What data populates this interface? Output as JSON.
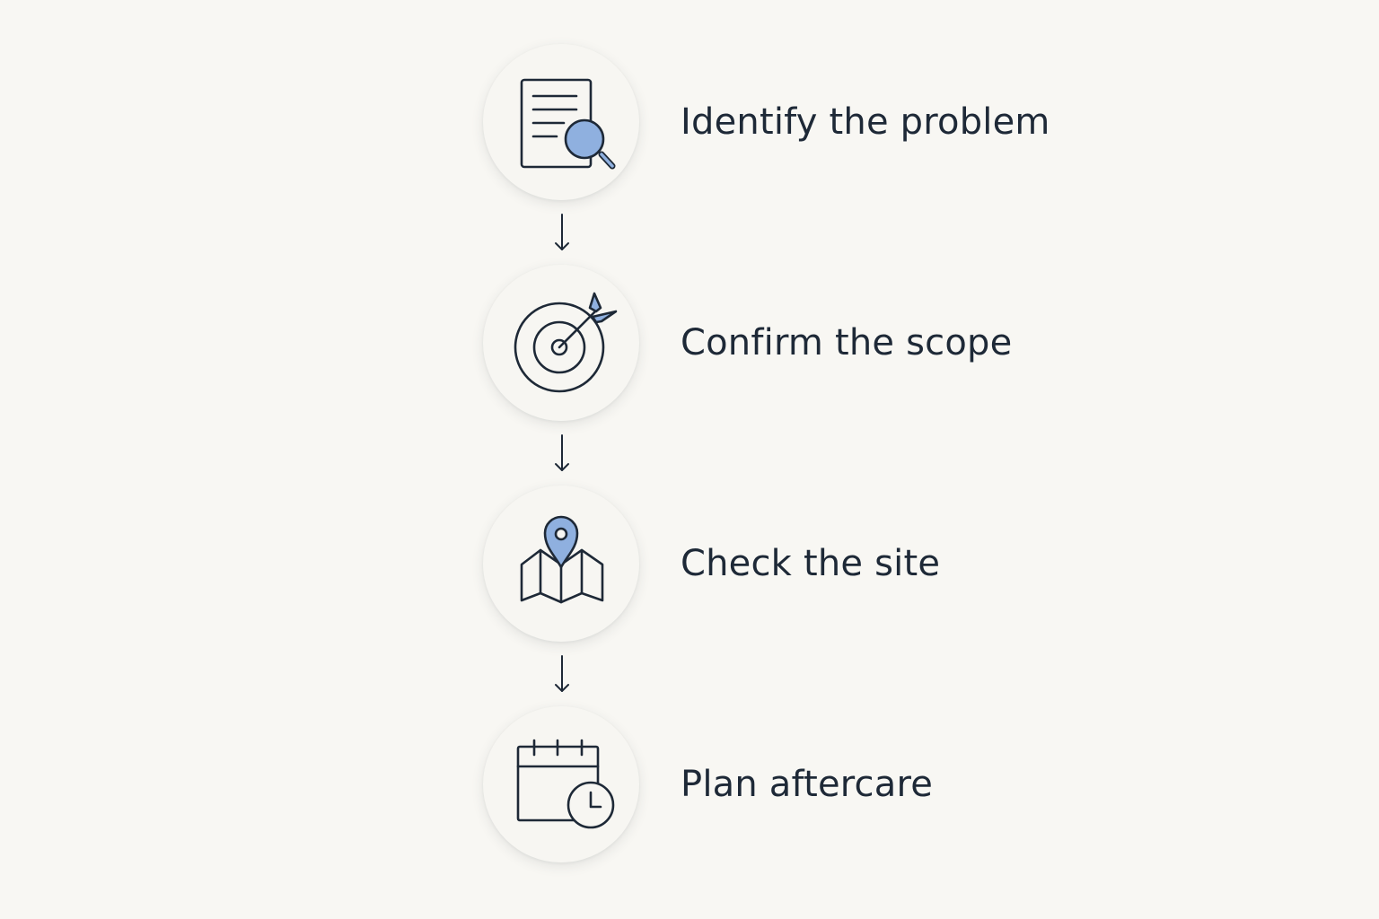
{
  "colors": {
    "background": "#f8f7f3",
    "ink": "#1e2937",
    "accent": "#8fb0df"
  },
  "steps": [
    {
      "label": "Identify the problem",
      "icon": "document-magnifier-icon"
    },
    {
      "label": "Confirm the scope",
      "icon": "target-arrow-icon"
    },
    {
      "label": "Check the site",
      "icon": "map-pin-icon"
    },
    {
      "label": "Plan aftercare",
      "icon": "calendar-clock-icon"
    }
  ],
  "connector_icon": "down-arrow-icon"
}
